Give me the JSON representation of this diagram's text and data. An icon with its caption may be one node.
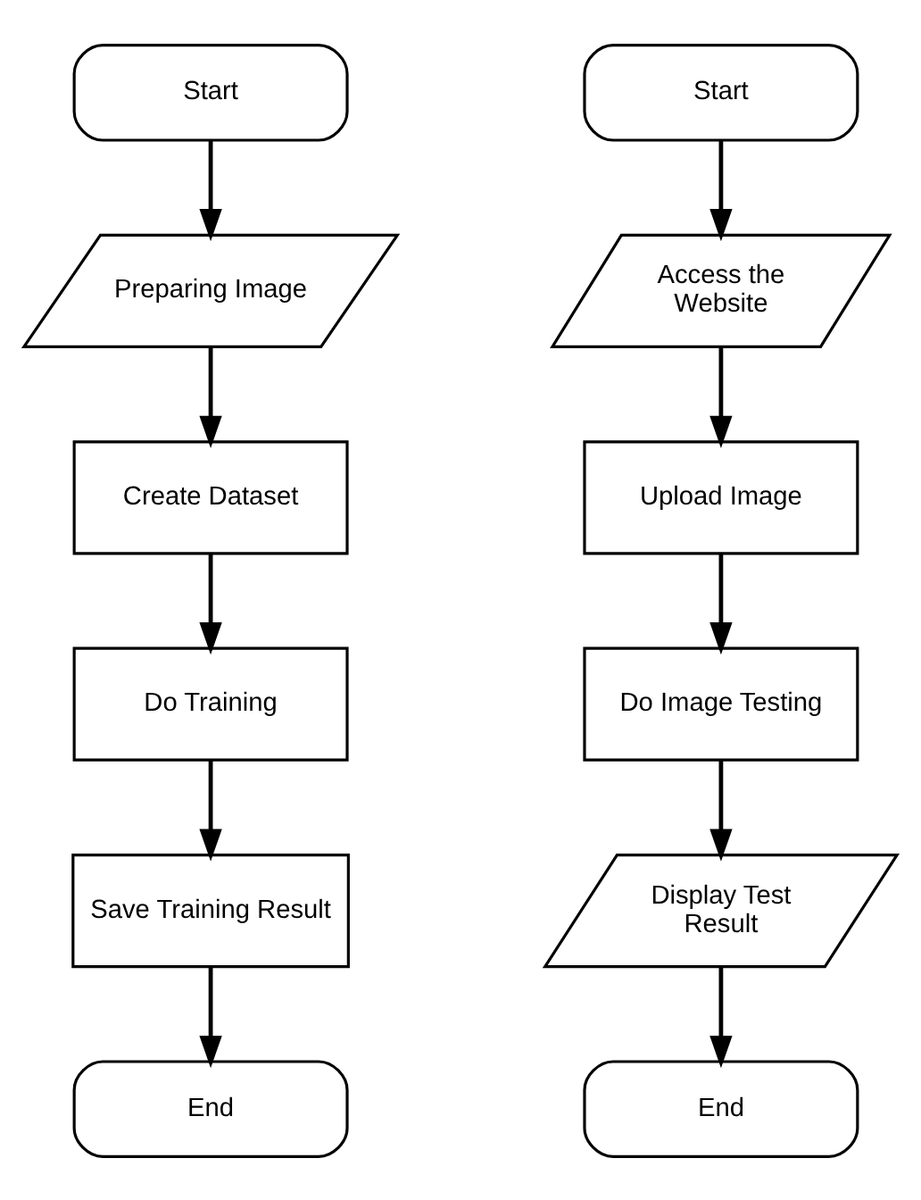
{
  "diagram": {
    "nodes": [
      {
        "text": [
          "Start"
        ]
      },
      {
        "text": [
          "Preparing Image"
        ]
      },
      {
        "text": [
          "Create Dataset"
        ]
      },
      {
        "text": [
          "Do Training"
        ]
      },
      {
        "text": [
          "Save Training Result"
        ]
      },
      {
        "text": [
          "End"
        ]
      },
      {
        "text": [
          "Start"
        ]
      },
      {
        "text": [
          "Access the Website"
        ]
      },
      {
        "text": [
          "Upload Image"
        ]
      },
      {
        "text": [
          "Do Image Testing"
        ]
      },
      {
        "text": [
          "Display Test Result"
        ]
      },
      {
        "text": [
          "End"
        ]
      }
    ],
    "edges": [
      {
        "from": 0,
        "to": 1,
        "arrow": "to"
      },
      {
        "from": 1,
        "to": 2,
        "arrow": "to"
      },
      {
        "from": 2,
        "to": 3,
        "arrow": "to"
      },
      {
        "from": 3,
        "to": 4,
        "arrow": "to"
      },
      {
        "from": 4,
        "to": 5,
        "arrow": "to"
      },
      {
        "from": 6,
        "to": 7,
        "arrow": "to"
      },
      {
        "from": 7,
        "to": 8,
        "arrow": "to"
      },
      {
        "from": 8,
        "to": 9,
        "arrow": "to"
      },
      {
        "from": 9,
        "to": 10,
        "arrow": "to"
      },
      {
        "from": 10,
        "to": 11,
        "arrow": "to"
      }
    ]
  }
}
